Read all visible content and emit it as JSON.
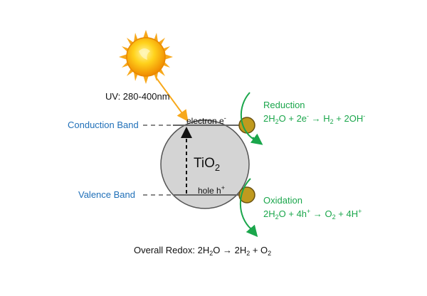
{
  "uv": {
    "label": "UV: 280-400nm"
  },
  "bands": {
    "conduction": "Conduction Band",
    "valence": "Valence Band"
  },
  "particle": {
    "center": "TiO",
    "center_sub": "2",
    "electron": "electron e",
    "electron_sup": "-",
    "hole": "hole h",
    "hole_sup": "+"
  },
  "reduction": {
    "title": "Reduction",
    "eq": {
      "a": "2H",
      "a_sub": "2",
      "b": "O + 2e",
      "b_sup": "-",
      "arrow": " → ",
      "c": "H",
      "c_sub": "2",
      "d": " + 2OH",
      "d_sup": "-"
    }
  },
  "oxidation": {
    "title": "Oxidation",
    "eq": {
      "a": "2H",
      "a_sub": "2",
      "b": "O + 4h",
      "b_sup": "+",
      "arrow": " → ",
      "c": "O",
      "c_sub": "2",
      "d": " + 4H",
      "d_sup": "+"
    }
  },
  "overall": {
    "a": "Overall Redox: 2H",
    "a_sub": "2",
    "b": "O",
    "arrow": " → ",
    "c": "2H",
    "c_sub": "2",
    "d": " + O",
    "d_sub": "2"
  },
  "colors": {
    "blue": "#1f6fb8",
    "green": "#1aa64b",
    "sun": "#f7a81b",
    "tio2": "#d4d4d4",
    "site": "#c09a1e"
  }
}
